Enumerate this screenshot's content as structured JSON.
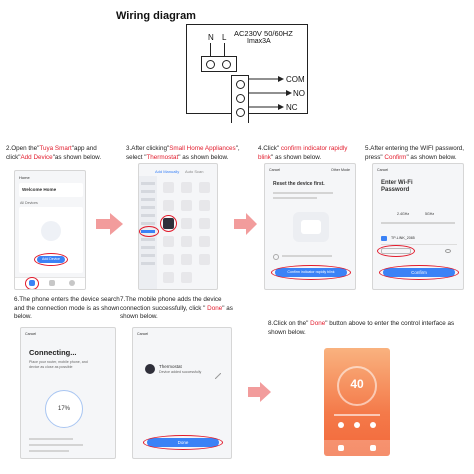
{
  "wiring": {
    "title": "Wiring diagram",
    "label_n": "N",
    "label_l": "L",
    "voltage": "AC230V 50/60HZ",
    "current": "Imax3A",
    "com": "COM",
    "no": "NO",
    "nc": "NC"
  },
  "steps": [
    {
      "pre": "2.Open the\"",
      "hl1": "Tuya Smart",
      "mid": "\"app and click\"",
      "hl2": "Add Device",
      "post": "\"as shown below."
    },
    {
      "pre": "3.After clicking\"",
      "hl1": "Small Home Appliances",
      "mid": "\", select \"",
      "hl2": "Thermostat",
      "post": "\" as shown below."
    },
    {
      "pre": "4.Click\" ",
      "hl1": "confirm indicator rapidly blink",
      "mid": "\" as shown below.",
      "hl2": "",
      "post": ""
    },
    {
      "pre": "5.After entering the WIFI password, press\" ",
      "hl1": "Confirm",
      "mid": "\" as shown below.",
      "hl2": "",
      "post": ""
    },
    {
      "pre": "6.The phone enters the device search and the connection mode is as shown below.",
      "hl1": "",
      "mid": "",
      "hl2": "",
      "post": ""
    },
    {
      "pre": "7.The mobile phone adds the device connection successfully, click \" ",
      "hl1": "Done",
      "mid": "\" as shown below.",
      "hl2": "",
      "post": ""
    },
    {
      "pre": "8.Click on the\"  ",
      "hl1": "Done",
      "mid": "\"  button above to enter the control interface as shown below.",
      "hl2": "",
      "post": ""
    }
  ],
  "screens": {
    "s2": {
      "header": "Home",
      "welcome": "Welcome Home",
      "add_btn": "Add Device",
      "devices": "All Devices"
    },
    "s3": {
      "tab1": "Add Manually",
      "tab2": "Auto Scan"
    },
    "s4": {
      "cancel": "Cancel",
      "other": "Other Mode",
      "title": "Reset the device first.",
      "btn": "Confirm indicator rapidly blink"
    },
    "s5": {
      "cancel": "Cancel",
      "title": "Enter Wi-Fi Password",
      "band1": "2.4GHz",
      "band2": "5GHz",
      "wifi_name": "TP-LINK_2085",
      "btn": "Confirm"
    },
    "s6": {
      "cancel": "Cancel",
      "title": "Connecting...",
      "percent": "17%",
      "sub": "Place your router, mobile phone, and device as close as possible"
    },
    "s7": {
      "cancel": "Cancel",
      "device": "Thermostat",
      "status": "Device added successfully",
      "btn": "Done"
    },
    "s8": {
      "temp": "40"
    }
  },
  "colors": {
    "accent": "#e21b2c",
    "blue": "#3b82f6",
    "arrow": "#f08a8a",
    "orange": "#f47a4a"
  }
}
